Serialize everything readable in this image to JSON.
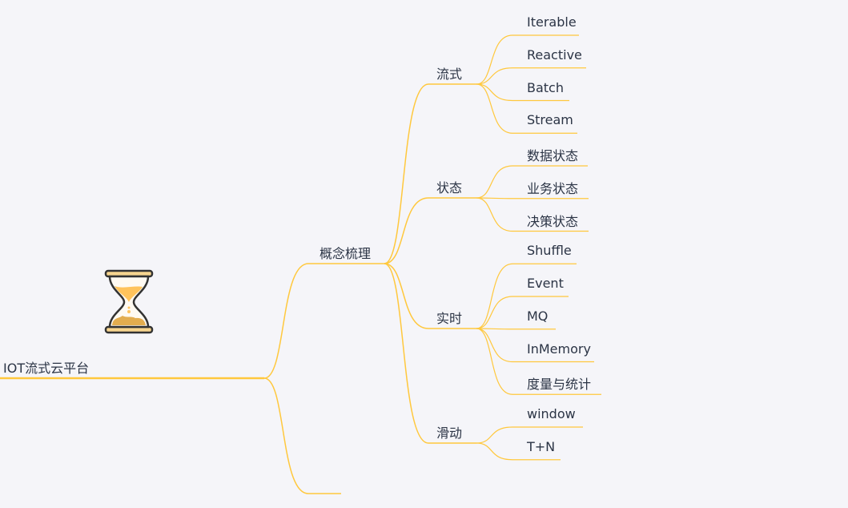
{
  "colors": {
    "line": "#ffc83d",
    "text": "#2b3445",
    "background": "#f5f5f9"
  },
  "root": {
    "label": "IOT流式云平台",
    "icon": "hourglass-icon"
  },
  "topics": [
    {
      "label": "概念梳理",
      "children": [
        {
          "label": "流式",
          "children": [
            "Iterable",
            "Reactive",
            "Batch",
            "Stream"
          ]
        },
        {
          "label": "状态",
          "children": [
            "数据状态",
            "业务状态",
            "决策状态"
          ]
        },
        {
          "label": "实时",
          "children": [
            "Shuffle",
            "Event",
            "MQ",
            "InMemory",
            "度量与统计"
          ]
        },
        {
          "label": "滑动",
          "children": [
            "window",
            "T+N"
          ]
        }
      ]
    },
    {
      "label": "",
      "children": []
    }
  ]
}
